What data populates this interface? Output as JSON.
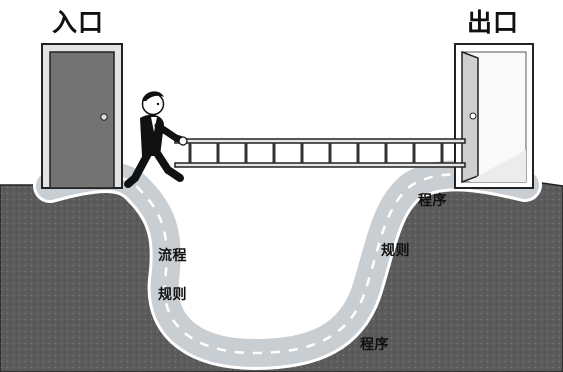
{
  "entrance_label": "入口",
  "exit_label": "出口",
  "road_labels": {
    "process_left": "流程",
    "rules_left": "规则",
    "program_right_top": "程序",
    "rules_right": "规则",
    "program_bottom": "程序"
  },
  "colors": {
    "ground": "#5b5b5b",
    "road": "#c9ced3",
    "road_edge": "#ffffff",
    "door": "#737373",
    "frame": "#bdbdbd",
    "ink": "#111111"
  }
}
